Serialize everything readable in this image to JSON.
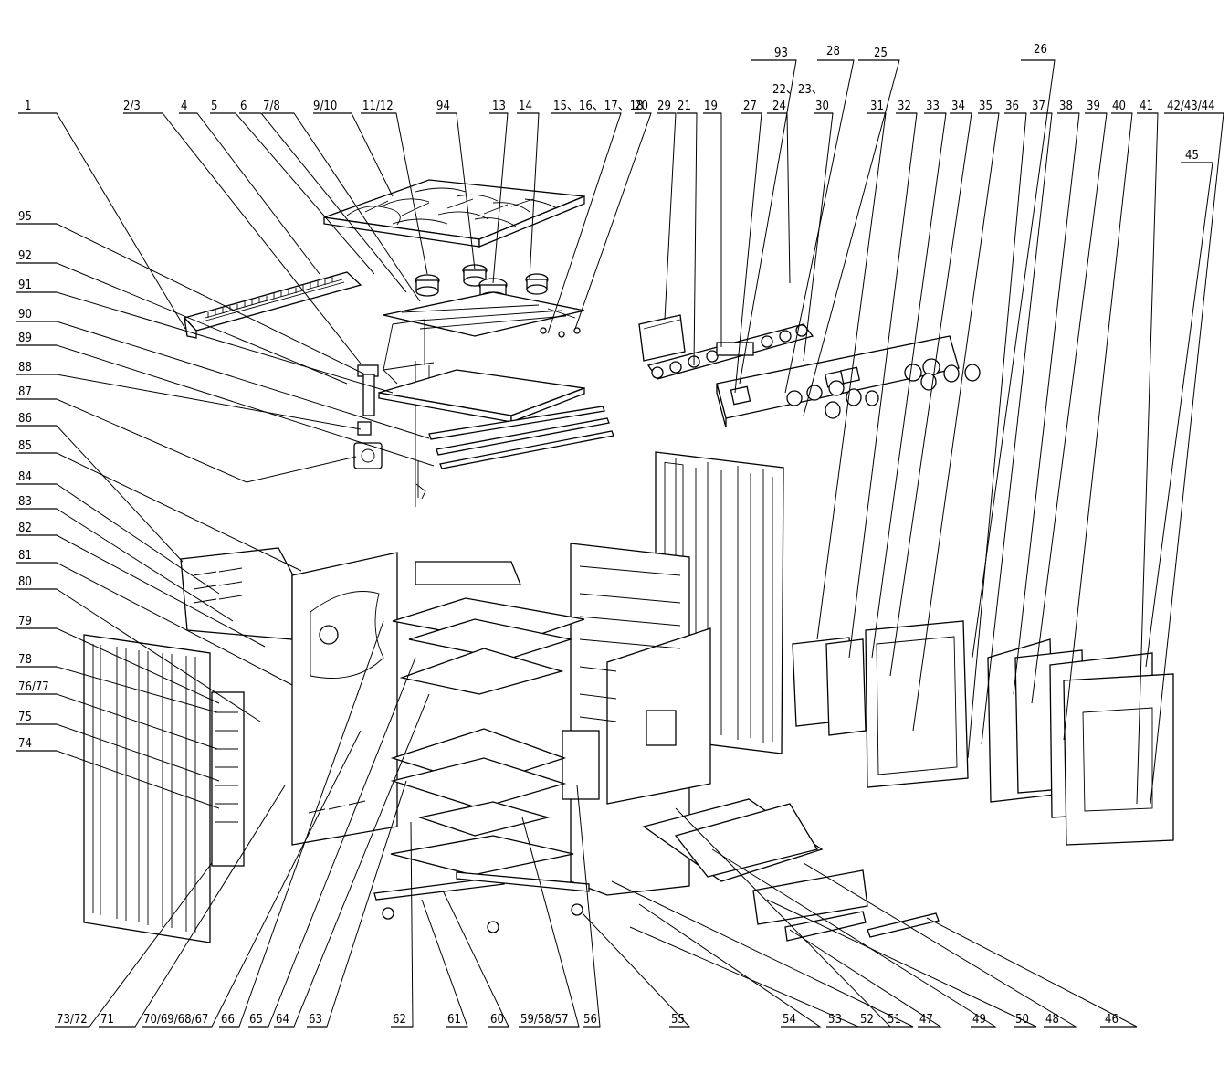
{
  "diagram": {
    "labels_top": [
      "1",
      "2/3",
      "4",
      "5",
      "6",
      "7/8",
      "9/10",
      "11/12",
      "94",
      "13",
      "14",
      "15、16、17、18",
      "20",
      "29",
      "21",
      "19",
      "27",
      "22、23、",
      "24",
      "30",
      "31",
      "32",
      "33",
      "34",
      "35",
      "36",
      "37",
      "38",
      "39",
      "40",
      "41",
      "42/43/44",
      "45",
      "93",
      "28",
      "25",
      "26"
    ],
    "labels_left": [
      "95",
      "92",
      "91",
      "90",
      "89",
      "88",
      "87",
      "86",
      "85",
      "84",
      "83",
      "82",
      "81",
      "80",
      "79",
      "78",
      "76/77",
      "75",
      "74"
    ],
    "labels_bottom": [
      "73/72",
      "71",
      "70/69/68/67",
      "66",
      "65",
      "64",
      "63",
      "62",
      "61",
      "60",
      "59/58/57",
      "56",
      "55",
      "54",
      "53",
      "52",
      "51",
      "47",
      "49",
      "50",
      "48",
      "46"
    ]
  }
}
